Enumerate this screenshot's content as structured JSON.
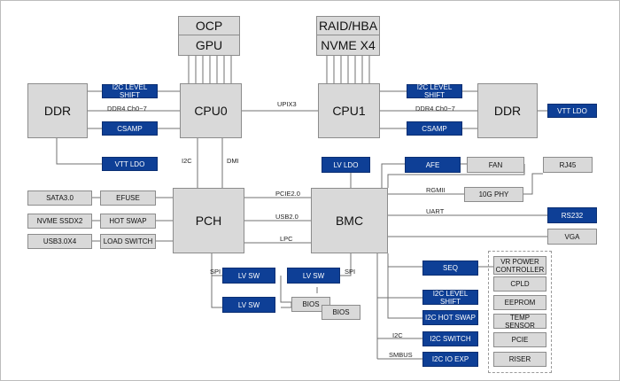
{
  "blocks": {
    "ocp": "OCP",
    "gpu": "GPU",
    "raid_hba": "RAID/HBA",
    "nvme_x4": "NVME X4",
    "ddr_left": "DDR",
    "ddr_right": "DDR",
    "cpu0": "CPU0",
    "cpu1": "CPU1",
    "i2c_level_shift_left": "I2C LEVEL SHIFT",
    "csamp_left": "CSAMP",
    "vtt_ldo_left": "VTT LDO",
    "i2c_level_shift_right": "I2C LEVEL SHIFT",
    "csamp_right": "CSAMP",
    "vtt_ldo_right": "VTT LDO",
    "lv_ldo": "LV LDO",
    "afe": "AFE",
    "fan": "FAN",
    "rj45": "RJ45",
    "phy_10g": "10G PHY",
    "rs232": "RS232",
    "vga": "VGA",
    "pch": "PCH",
    "bmc": "BMC",
    "sata30": "SATA3.0",
    "efuse": "EFUSE",
    "nvme_ssdx2": "NVME SSDX2",
    "hot_swap": "HOT SWAP",
    "usb30x4": "USB3.0X4",
    "load_switch": "LOAD SWITCH",
    "lv_sw_1": "LV SW",
    "lv_sw_2": "LV SW",
    "lv_sw_3": "LV SW",
    "bios_1": "BIOS",
    "bios_2": "BIOS",
    "seq": "SEQ",
    "i2c_level_shift_bmc": "I2C LEVEL SHIFT",
    "i2c_hot_swap": "I2C HOT SWAP",
    "i2c_switch": "I2C SWITCH",
    "i2c_io_exp": "I2C IO EXP",
    "vr_power_controller": "VR POWER CONTROLLER",
    "cpld": "CPLD",
    "eeprom": "EEPROM",
    "temp_sensor": "TEMP SENSOR",
    "pcie": "PCIE",
    "riser": "RISER"
  },
  "labels": {
    "ddr4_left": "DDR4 Ch0~7",
    "ddr4_right": "DDR4 Ch0~7",
    "upix3": "UPIX3",
    "i2c_cpu": "I2C",
    "dmi": "DMI",
    "pcie20": "PCIE2.0",
    "usb20": "USB2.0",
    "lpc": "LPC",
    "rgmii": "RGMII",
    "uart": "UART",
    "spi_left": "SPI",
    "spi_right": "SPI",
    "i2c_bmc": "I2C",
    "smbus": "SMBUS"
  },
  "colors": {
    "gray_fill": "#d9d9d9",
    "blue_fill": "#0e3f96",
    "line": "#707070"
  }
}
